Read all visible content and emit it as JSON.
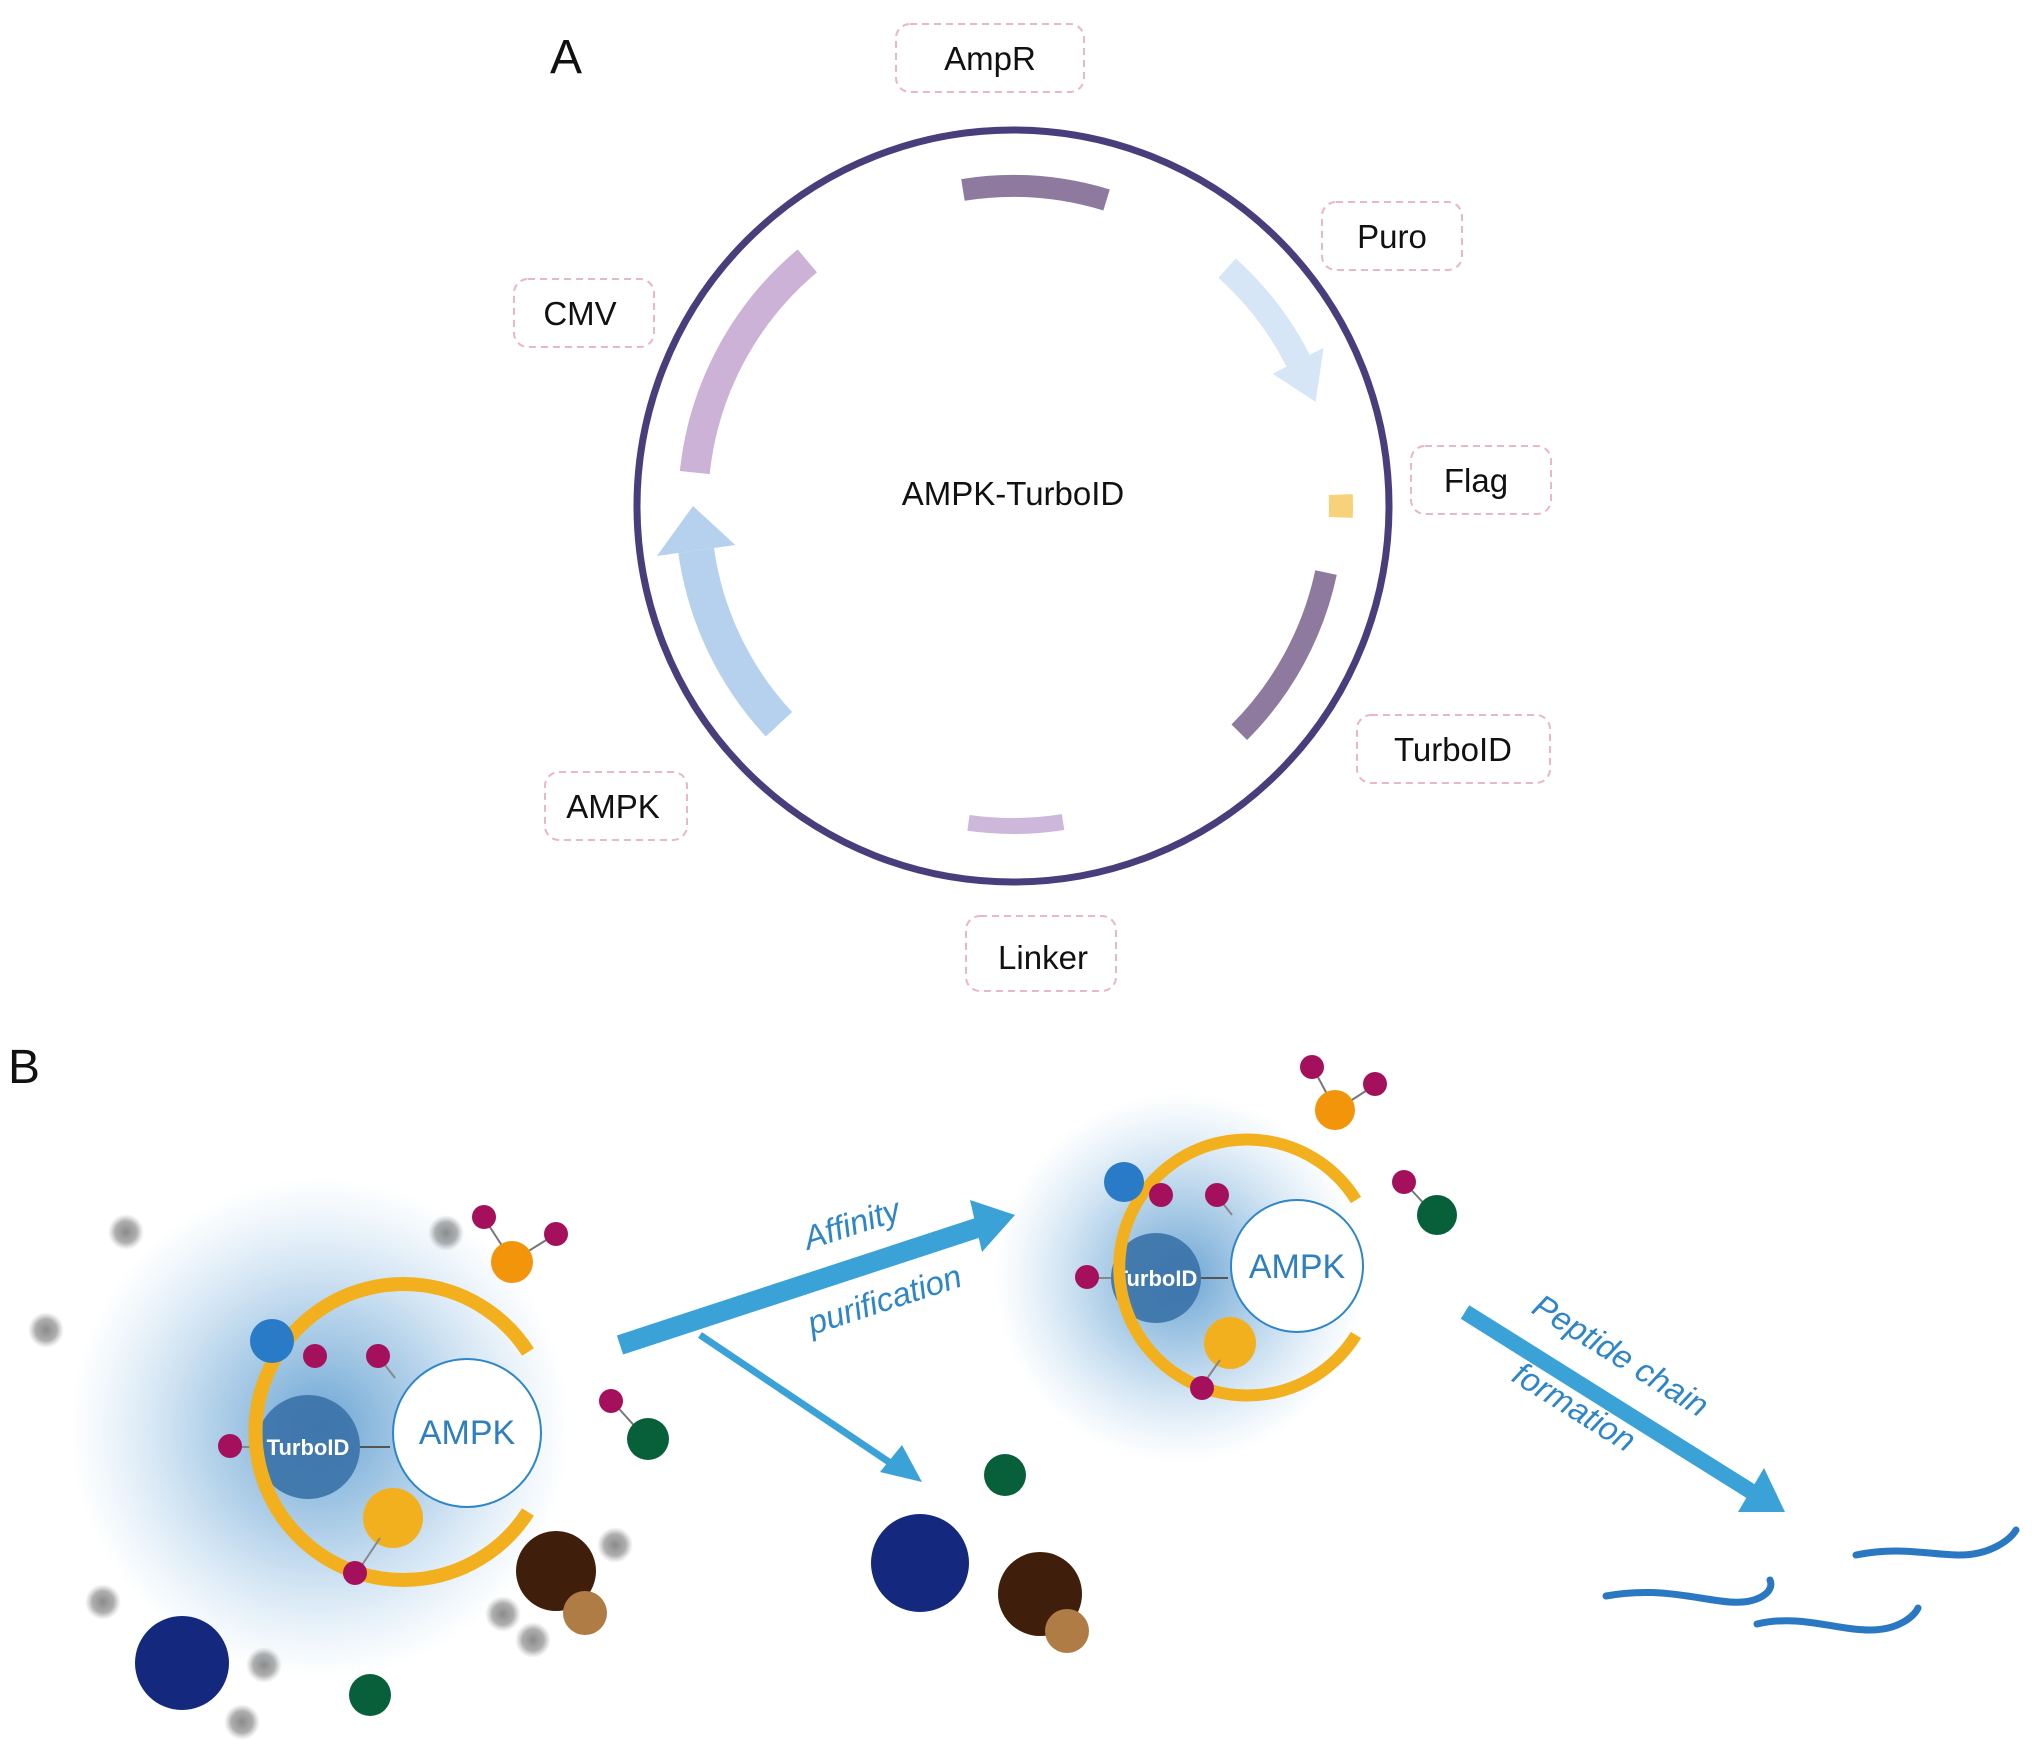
{
  "panels": {
    "a": "A",
    "b": "B"
  },
  "plasmid": {
    "name": "AMPK-TurboID",
    "features": [
      {
        "id": "ampr",
        "label": "AmpR",
        "color": "#8e7a9e"
      },
      {
        "id": "puro",
        "label": "Puro",
        "color": "#d6e6f6"
      },
      {
        "id": "flag",
        "label": "Flag",
        "color": "#f7d27a"
      },
      {
        "id": "turboid",
        "label": "TurboID",
        "color": "#8e7a9e"
      },
      {
        "id": "linker",
        "label": "Linker",
        "color": "#cdb8dc"
      },
      {
        "id": "ampk",
        "label": "AMPK",
        "color": "#b6d1ee"
      },
      {
        "id": "cmv",
        "label": "CMV",
        "color": "#cdb2d8"
      }
    ],
    "ring_color": "#4a3d7c"
  },
  "workflow": {
    "complex_protein": "AMPK",
    "complex_tag": "TurboID",
    "step1": {
      "line1": "Affinity",
      "line2": "purification"
    },
    "step2": {
      "line1": "Peptide chain",
      "line2": "formation"
    }
  },
  "colors": {
    "arrow": "#3aa2d6",
    "biotin": "#a5105c",
    "ampk_ring": "#f2b01e",
    "turbo": "#3a72a8",
    "navy": "#14287e",
    "brown": "#3f1f0c",
    "tan": "#b07c45",
    "green": "#08603a",
    "orange": "#f2950a",
    "gray": "#9c9c9c",
    "blue_dot": "#2a7bc7",
    "peptide": "#2a78c2"
  }
}
